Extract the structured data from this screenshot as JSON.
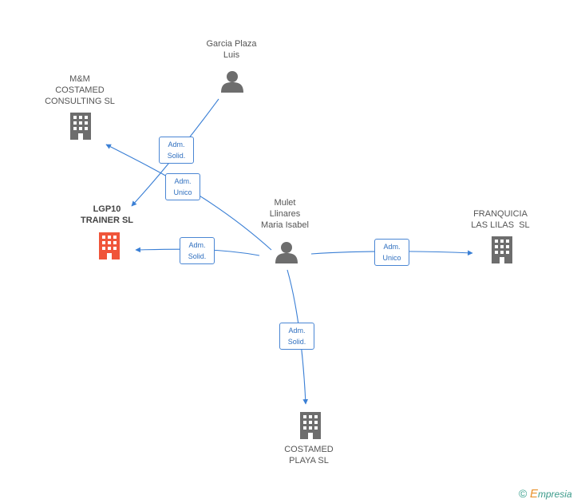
{
  "nodes": {
    "garcia": {
      "line1": "Garcia Plaza",
      "line2": "Luis",
      "icon": "person-icon"
    },
    "mm": {
      "line1": "M&M",
      "line2": "COSTAMED",
      "line3": "CONSULTING SL",
      "icon": "building-icon"
    },
    "lgp10": {
      "line1": "LGP10",
      "line2": "TRAINER SL",
      "icon": "building-icon",
      "color": "#f0553a"
    },
    "mulet": {
      "line1": "Mulet",
      "line2": "Llinares",
      "line3": "Maria Isabel",
      "icon": "person-icon"
    },
    "franquicia": {
      "line1": "FRANQUICIA",
      "line2": "LAS LILAS  SL",
      "icon": "building-icon"
    },
    "playa": {
      "line1": "COSTAMED",
      "line2": "PLAYA SL",
      "icon": "building-icon"
    }
  },
  "edges": {
    "garcia_lgp10": {
      "line1": "Adm.",
      "line2": "Solid."
    },
    "mulet_mm": {
      "line1": "Adm.",
      "line2": "Unico"
    },
    "mulet_lgp10": {
      "line1": "Adm.",
      "line2": "Solid."
    },
    "mulet_franquicia": {
      "line1": "Adm.",
      "line2": "Unico"
    },
    "mulet_playa": {
      "line1": "Adm.",
      "line2": "Solid."
    }
  },
  "colors": {
    "edge": "#3a7fd5",
    "node": "#6d6d6d",
    "focus": "#f0553a"
  },
  "footer": {
    "copyright": "©",
    "brand_initial": "E",
    "brand_rest": "mpresia"
  }
}
